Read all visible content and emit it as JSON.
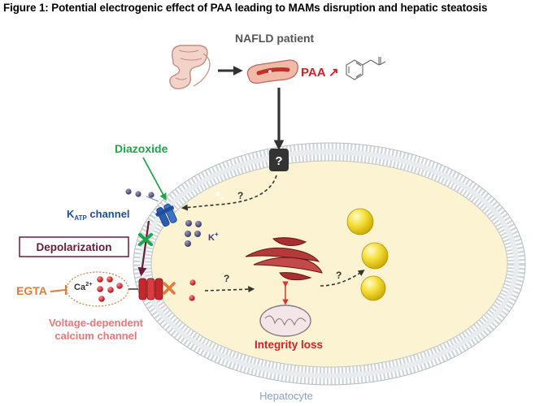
{
  "figure": {
    "title": "Figure 1: Potential electrogenic effect of PAA leading to MAMs disruption and hepatic steatosis"
  },
  "labels": {
    "patient": "NAFLD patient",
    "paa": "PAA",
    "paa_arrow": "↗",
    "unknown_box": "?",
    "unknown_arrow_mark": "?",
    "unknown_calcium_mark": "?",
    "unknown_lipid_mark": "?",
    "diazoxide": "Diazoxide",
    "katp_k": "K",
    "katp_sub": "ATP",
    "katp_rest": " channel",
    "potassium": "K",
    "potassium_sup": "+",
    "depolarization": "Depolarization",
    "egta": "EGTA",
    "calcium": "Ca",
    "calcium_sup": "2+",
    "vdcc_line1": "Voltage-dependent",
    "vdcc_line2": "calcium channel",
    "integrity_loss": "Integrity loss",
    "hepatocyte": "Hepatocyte"
  },
  "colors": {
    "diazoxide": "#1fa64a",
    "paa": "#d42027",
    "egta": "#e07b39",
    "vdcc": "#e8787a",
    "depolarization_border": "#6b1a3a",
    "katp_text": "#1e4e9c",
    "potassium_text": "#3a3a7a",
    "hepatocyte_label": "#8aa0c8",
    "cytoplasm": "#fbf3d2",
    "membrane_head": "#cfd6da",
    "lipid_droplet": "#f0d020",
    "mitochondria": "#b23a3a"
  },
  "icons": [
    "intestine-icon",
    "liver-vessel-icon",
    "phenylacetic-acid-structure-icon",
    "katp-channel-icon",
    "calcium-channel-icon",
    "block-cross-icon",
    "er-mitochondria-icon",
    "mitochondrion-icon",
    "lipid-droplet-icon"
  ]
}
